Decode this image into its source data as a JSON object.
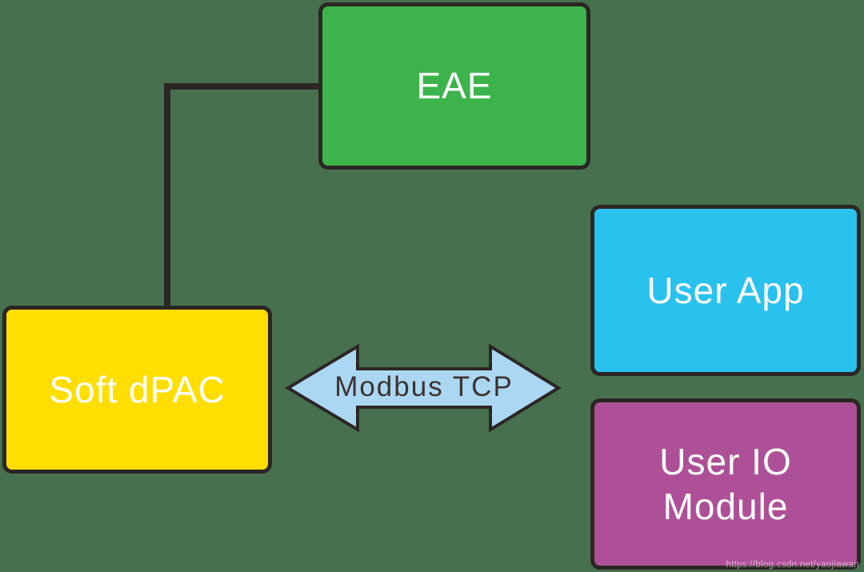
{
  "diagram": {
    "background_color": "#47714E",
    "outline_color": "#2B2624",
    "boxes": [
      {
        "id": "eae",
        "label": "EAE",
        "fill": "#3CB44B",
        "text_color": "#FFFFFF"
      },
      {
        "id": "soft-dpac",
        "label": "Soft dPAC",
        "fill": "#FFDE00",
        "text_color": "#FFFFFF"
      },
      {
        "id": "user-app",
        "label": "User App",
        "fill": "#29C2EE",
        "text_color": "#FFFFFF"
      },
      {
        "id": "user-io-module",
        "label": "User IO Module",
        "fill": "#AE5097",
        "text_color": "#FFFFFF"
      }
    ],
    "connector": {
      "from": "EAE",
      "to": "Soft dPAC",
      "shape": "elbow",
      "color": "#2B2624"
    },
    "arrow": {
      "label": "Modbus TCP",
      "direction": "double-headed-horizontal",
      "fill": "#ABD7F2",
      "outline": "#2B2624",
      "text_color": "#3B3331"
    },
    "watermark": "https://blog.csdn.net/yaojiawan"
  }
}
